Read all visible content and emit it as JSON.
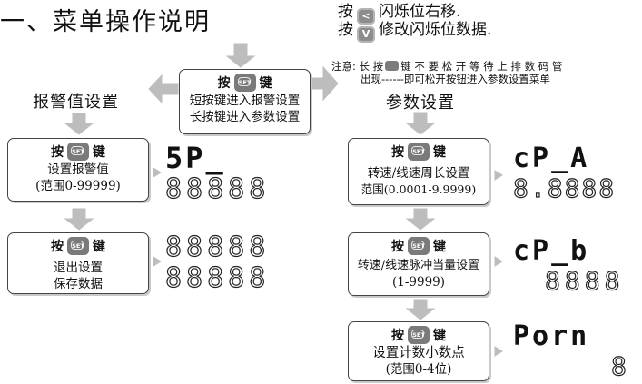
{
  "title": "一、菜单操作说明",
  "hints": [
    {
      "prefix": "按",
      "key_glyph": "<",
      "text": "闪烁位右移."
    },
    {
      "prefix": "按",
      "key_glyph": "V",
      "text": "修改闪烁位数据."
    }
  ],
  "note": {
    "line1_a": "注意: 长 按",
    "line1_b": "键 不 要 松 开 等 待 上 排 数 码 管",
    "line2": "出现------即可松开按钮进入参数设置菜单"
  },
  "press": {
    "prefix": "按",
    "btn": "SET",
    "suffix": "键"
  },
  "top_box": {
    "line1": "短按键进入报警设置",
    "line2": "长按键进入参数设置"
  },
  "left_section": "报警值设置",
  "right_section": "参数设置",
  "left_boxes": [
    {
      "line1": "设置报警值",
      "line2": "(范围0-99999)"
    },
    {
      "line1": "退出设置",
      "line2": "保存数据"
    }
  ],
  "right_boxes": [
    {
      "line1": "转速/线速周长设置",
      "line2": "范围(0.0001-9.9999)"
    },
    {
      "line1": "转速/线速脉冲当量设置",
      "line2": "(1-9999)"
    },
    {
      "line1": "设置计数小数点",
      "line2": "(范围0-4位)"
    }
  ],
  "displays": {
    "sp_top": "5P_",
    "sp_bottom": "88888",
    "exit_top": "88888",
    "exit_bottom": "88888",
    "cpa_top": "cP_A",
    "cpa_bottom": "8.8888",
    "cpb_top": "cP_b",
    "cpb_bottom": "8888",
    "porn_top": "Porn",
    "porn_bottom": "8"
  },
  "colors": {
    "arrow": "#bdbdbd",
    "button": "#7a7a7a",
    "border": "#444444"
  }
}
